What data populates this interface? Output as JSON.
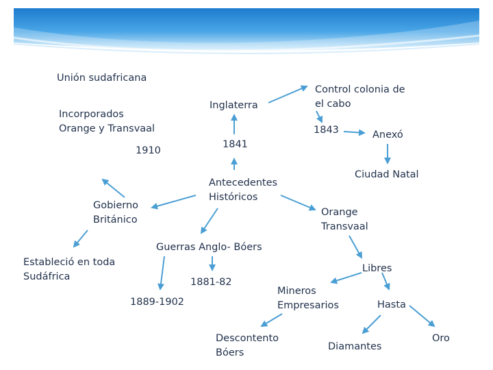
{
  "colors": {
    "arrow": "#4a9ed4",
    "text": "#1f2f4a",
    "banner_top": "#2a86d6",
    "banner_bottom": "#bfe3fa"
  },
  "nodes": {
    "union": "Unión sudafricana",
    "incorporados": "Incorporados\nOrange y Transvaal",
    "y1910": "1910",
    "inglaterra": "Inglaterra",
    "control": "Control colonia de\nel cabo",
    "y1843": "1843",
    "anexo": "Anexó",
    "y1841": "1841",
    "ciudad": "Ciudad Natal",
    "antecedentes": "Antecedentes\nHistóricos",
    "gobierno": "Gobierno\nBritánico",
    "orange": "Orange\nTransvaal",
    "guerras": "Guerras Anglo- Bóers",
    "establecio": "Estableció en toda\nSudáfrica",
    "libres": "Libres",
    "y1881": "1881-82",
    "mineros": "Mineros\nEmpresarios",
    "hasta": "Hasta",
    "y1889": "1889-1902",
    "descontento": "Descontento\nBóers",
    "diamantes": "Diamantes",
    "oro": "Oro"
  }
}
